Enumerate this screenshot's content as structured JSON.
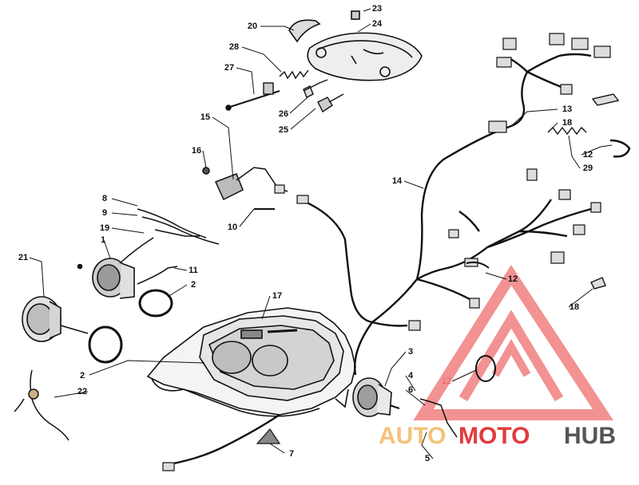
{
  "callouts": [
    {
      "id": "c20",
      "text": "20"
    },
    {
      "id": "c23",
      "text": "23"
    },
    {
      "id": "c24",
      "text": "24"
    },
    {
      "id": "c28",
      "text": "28"
    },
    {
      "id": "c27",
      "text": "27"
    },
    {
      "id": "c26",
      "text": "26"
    },
    {
      "id": "c25",
      "text": "25"
    },
    {
      "id": "c15",
      "text": "15"
    },
    {
      "id": "c16",
      "text": "16"
    },
    {
      "id": "c10",
      "text": "10"
    },
    {
      "id": "c8",
      "text": "8"
    },
    {
      "id": "c9",
      "text": "9"
    },
    {
      "id": "c19",
      "text": "19"
    },
    {
      "id": "c1",
      "text": "1"
    },
    {
      "id": "c11",
      "text": "11"
    },
    {
      "id": "c2a",
      "text": "2"
    },
    {
      "id": "c21",
      "text": "21"
    },
    {
      "id": "c17",
      "text": "17"
    },
    {
      "id": "c2b",
      "text": "2"
    },
    {
      "id": "c22",
      "text": "22"
    },
    {
      "id": "c7",
      "text": "7"
    },
    {
      "id": "c13",
      "text": "13"
    },
    {
      "id": "c18a",
      "text": "18"
    },
    {
      "id": "c12a",
      "text": "12"
    },
    {
      "id": "c29",
      "text": "29"
    },
    {
      "id": "c14",
      "text": "14"
    },
    {
      "id": "c12b",
      "text": "12"
    },
    {
      "id": "c18b",
      "text": "18"
    },
    {
      "id": "c3",
      "text": "3"
    },
    {
      "id": "c4",
      "text": "4"
    },
    {
      "id": "c6",
      "text": "6"
    },
    {
      "id": "c12c",
      "text": "12"
    },
    {
      "id": "c5",
      "text": "5"
    }
  ],
  "watermark": {
    "part1": "AUTO",
    "part2": "MOTO",
    "part3": "HUB",
    "color1": "#f5c27a",
    "color2": "#e23b3b",
    "color3": "#555555"
  }
}
